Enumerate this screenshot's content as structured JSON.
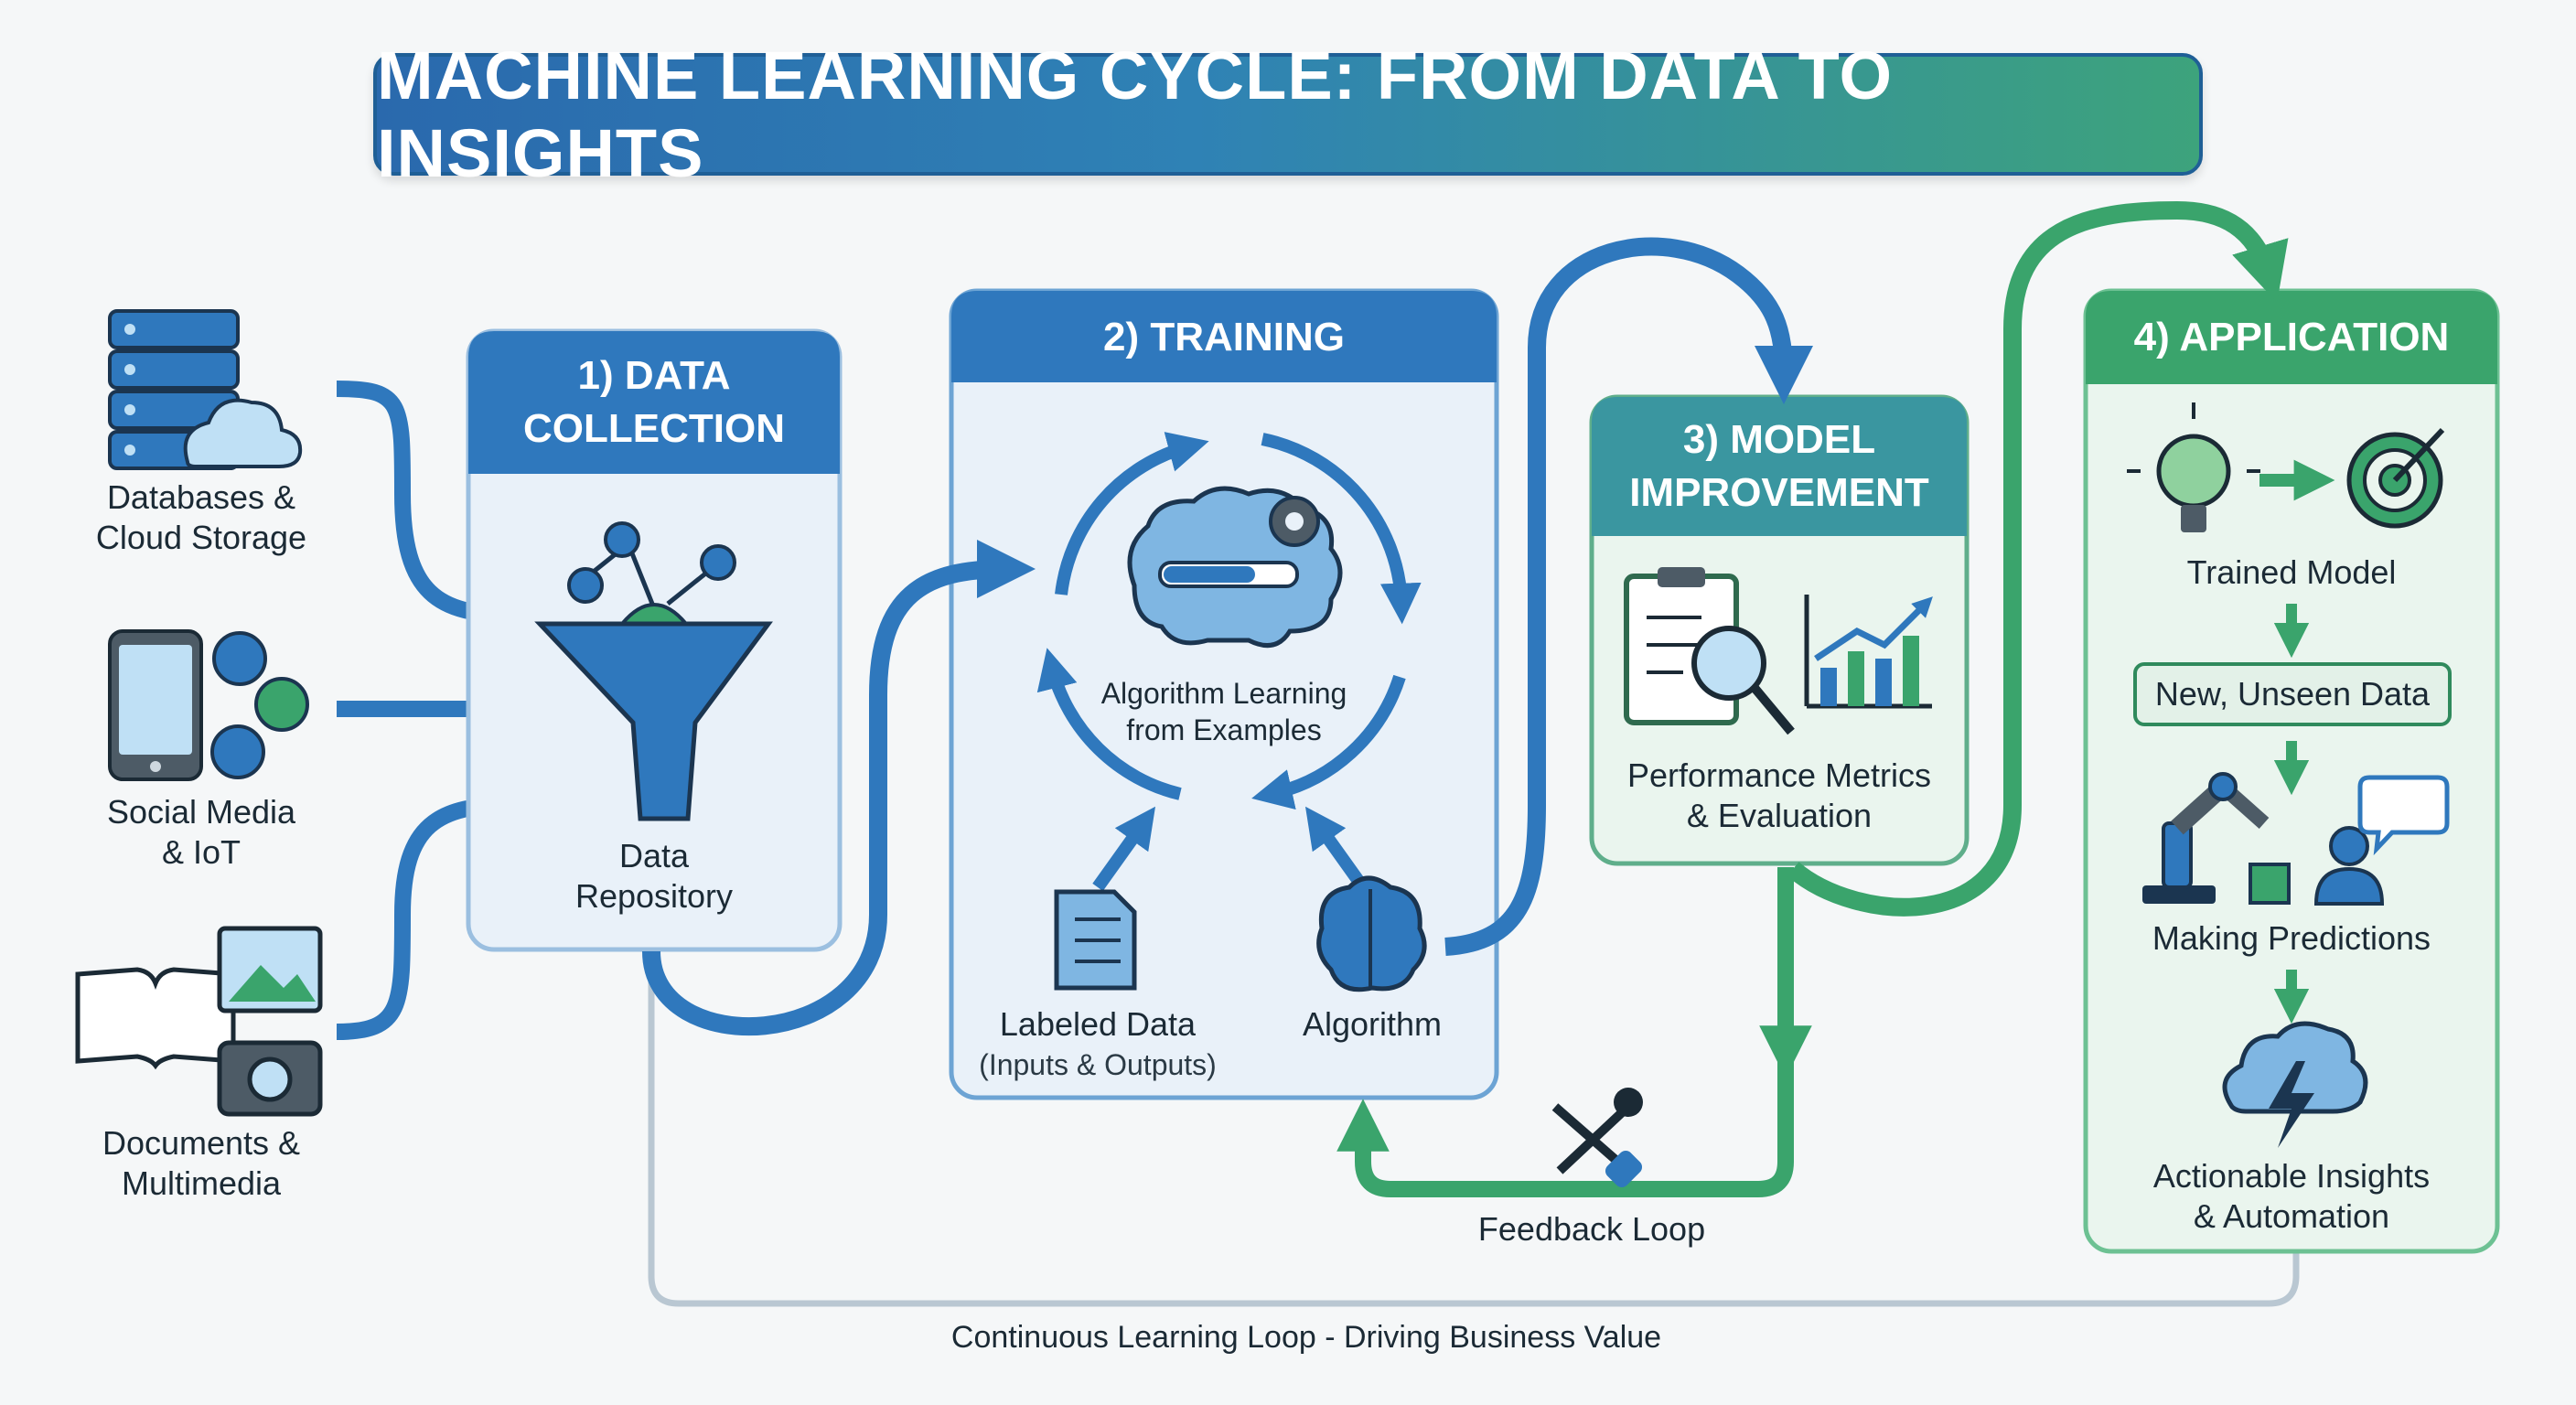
{
  "title": "MACHINE LEARNING CYCLE: FROM DATA TO INSIGHTS",
  "sources": [
    {
      "line1": "Databases &",
      "line2": "Cloud Storage",
      "icon": "database-cloud-icon"
    },
    {
      "line1": "Social Media",
      "line2": "& IoT",
      "icon": "smartphone-social-icon"
    },
    {
      "line1": "Documents &",
      "line2": "Multimedia",
      "icon": "documents-multimedia-icon"
    }
  ],
  "stages": {
    "data_collection": {
      "line1": "1) DATA",
      "line2": "COLLECTION",
      "item_line1": "Data",
      "item_line2": "Repository",
      "icon": "funnel-icon"
    },
    "training": {
      "title": "2) TRAINING",
      "center_line1": "Algorithm Learning",
      "center_line2": "from Examples",
      "labeled_line1": "Labeled Data",
      "labeled_line2": "(Inputs & Outputs)",
      "algorithm": "Algorithm",
      "icons": [
        "brain-gear-icon",
        "document-checklist-icon",
        "brain-icon"
      ]
    },
    "model_improvement": {
      "line1": "3) MODEL",
      "line2": "IMPROVEMENT",
      "item_line1": "Performance Metrics",
      "item_line2": "& Evaluation",
      "icons": [
        "clipboard-magnifier-icon",
        "bar-chart-trend-icon"
      ]
    },
    "application": {
      "title": "4) APPLICATION",
      "trained_model": "Trained Model",
      "new_data": "New, Unseen Data",
      "predictions": "Making Predictions",
      "insights_line1": "Actionable Insights",
      "insights_line2": "& Automation",
      "icons": [
        "lightbulb-dollar-icon",
        "target-icon",
        "robot-arm-icon",
        "person-question-icon",
        "cloud-lightning-icon"
      ]
    }
  },
  "feedback_loop": "Feedback Loop",
  "continuous_loop": "Continuous Learning Loop - Driving Business Value",
  "colors": {
    "blue": "#2f78bd",
    "dark_blue": "#2a69ad",
    "green": "#3aa46c",
    "light_blue_fill": "#e9f1f9",
    "light_green_fill": "#eaf5ee",
    "gray_line": "#b9c7d2"
  }
}
